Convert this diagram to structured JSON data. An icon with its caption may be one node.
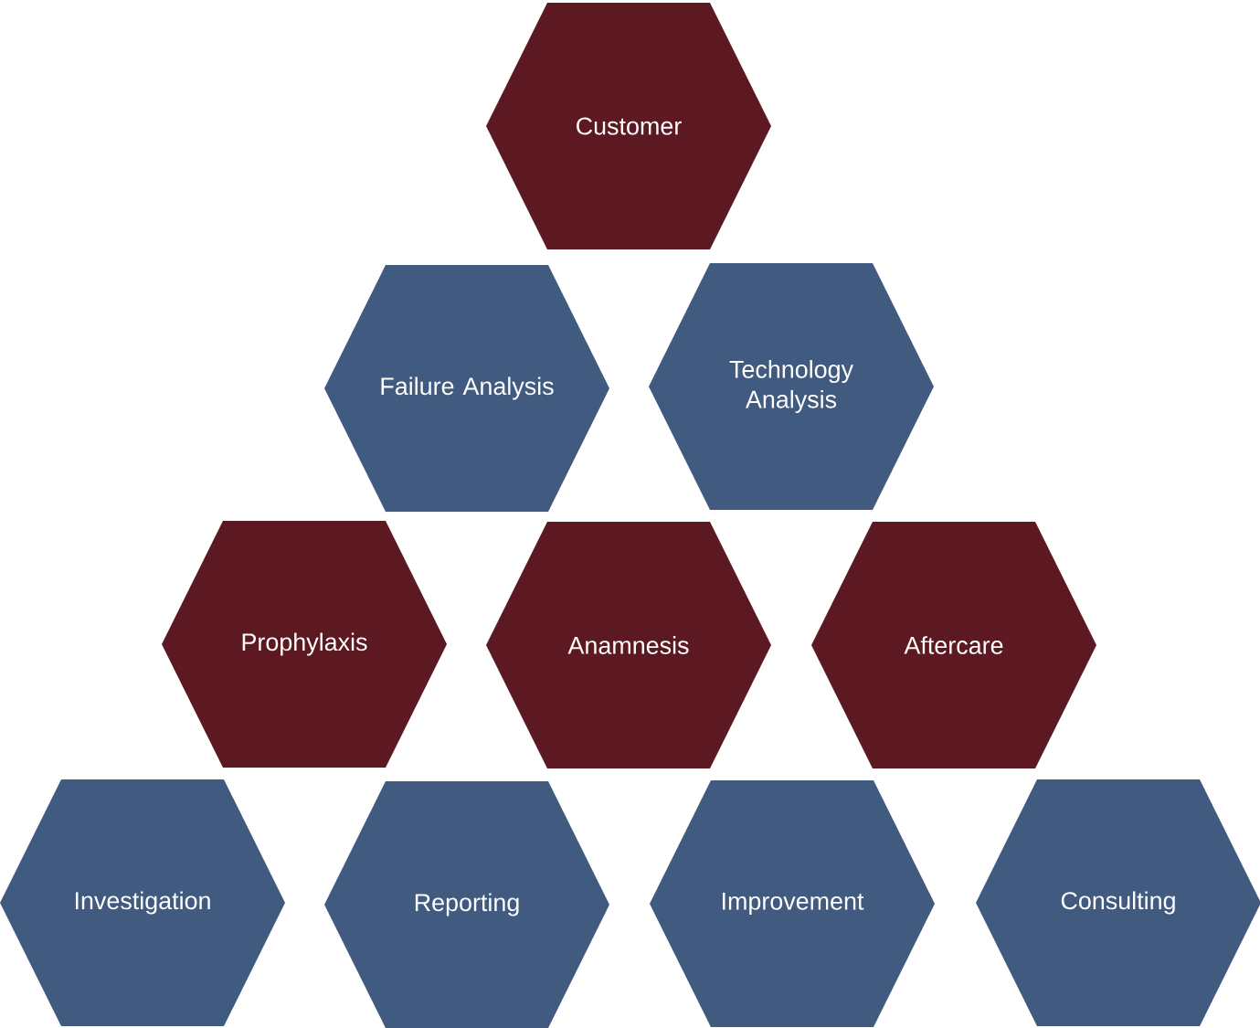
{
  "diagram": {
    "nodes": [
      {
        "text": [
          "Customer"
        ]
      },
      {
        "text": [
          "Failure Analysis"
        ]
      },
      {
        "text": [
          "Technology Analysis"
        ]
      },
      {
        "text": [
          "Prophylaxis"
        ]
      },
      {
        "text": [
          "Anamnesis"
        ]
      },
      {
        "text": [
          "Aftercare"
        ]
      },
      {
        "text": [
          "Investigation"
        ]
      },
      {
        "text": [
          "Reporting"
        ]
      },
      {
        "text": [
          "Improvement"
        ]
      },
      {
        "text": [
          "Consulting"
        ]
      }
    ]
  }
}
